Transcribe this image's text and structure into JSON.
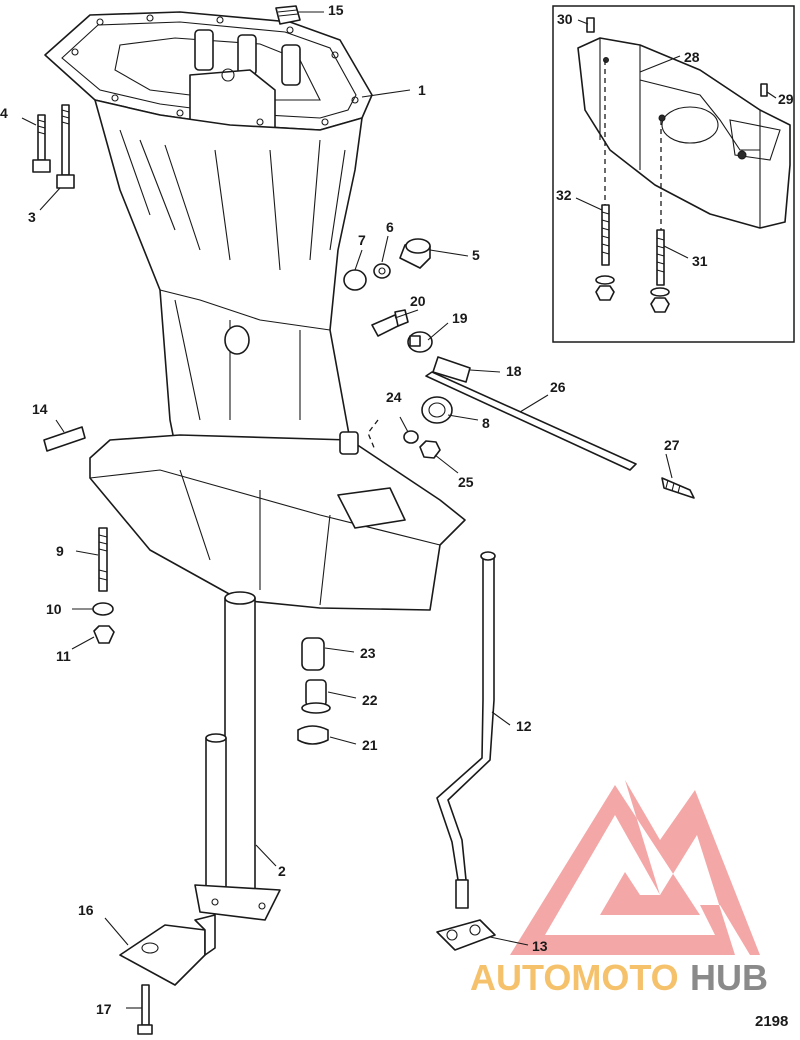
{
  "figure_number": "2198",
  "watermark": {
    "brand_part1": "AUTOMOTO",
    "brand_part2": "HUB",
    "color_triangle": "#f08a8a",
    "color_part1": "#f5c26b",
    "color_part2": "#8a8a8a"
  },
  "callouts": {
    "c1": "1",
    "c2": "2",
    "c3": "3",
    "c4": "4",
    "c5": "5",
    "c6": "6",
    "c7": "7",
    "c8": "8",
    "c9": "9",
    "c10": "10",
    "c11": "11",
    "c12": "12",
    "c13": "13",
    "c14": "14",
    "c15": "15",
    "c16": "16",
    "c17": "17",
    "c18": "18",
    "c19": "19",
    "c20": "20",
    "c21": "21",
    "c22": "22",
    "c23": "23",
    "c24": "24",
    "c25": "25",
    "c26": "26",
    "c27": "27",
    "c28": "28",
    "c29": "29",
    "c30": "30",
    "c31": "31",
    "c32": "32"
  }
}
